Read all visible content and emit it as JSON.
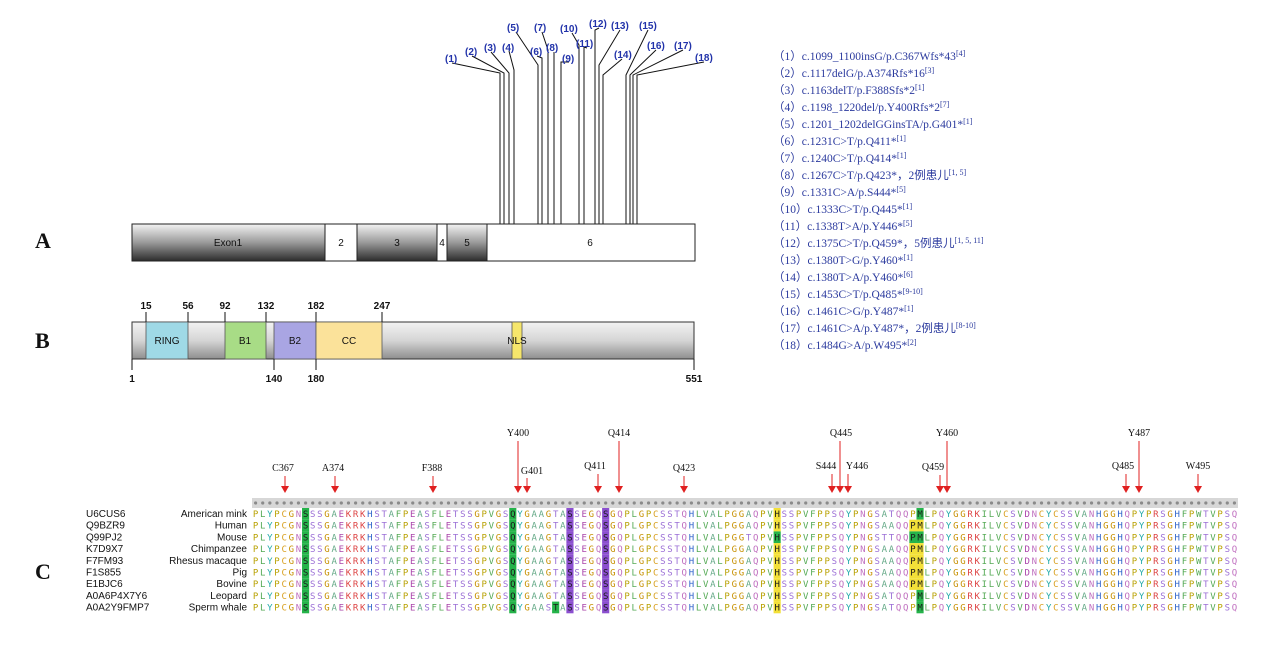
{
  "panels": [
    "A",
    "B",
    "C"
  ],
  "panel_a": {
    "exons": [
      "Exon1",
      "2",
      "3",
      "4",
      "5",
      "6"
    ],
    "mutation_numbers": [
      "(1)",
      "(2)",
      "(3)",
      "(4)",
      "(5)",
      "(6)",
      "(7)",
      "(8)",
      "(9)",
      "(10)",
      "(11)",
      "(12)",
      "(13)",
      "(14)",
      "(15)",
      "(16)",
      "(17)",
      "(18)"
    ]
  },
  "panel_b": {
    "domains": [
      {
        "label": "RING",
        "color": "#9fd9e6"
      },
      {
        "label": "B1",
        "color": "#a8dc86"
      },
      {
        "label": "B2",
        "color": "#a9a5e3"
      },
      {
        "label": "CC",
        "color": "#fbe29a"
      },
      {
        "label": "NLS",
        "color": "#f6e66b"
      }
    ],
    "top_numbers": [
      "15",
      "56",
      "92",
      "132",
      "182",
      "247"
    ],
    "bottom_numbers": [
      "1",
      "140",
      "180",
      "551"
    ]
  },
  "legend": [
    {
      "text": "（1）c.1099_1100insG/p.C367Wfs*43",
      "ref": "[4]"
    },
    {
      "text": "（2）c.1117delG/p.A374Rfs*16",
      "ref": "[3]"
    },
    {
      "text": "（3）c.1163delT/p.F388Sfs*2",
      "ref": "[1]"
    },
    {
      "text": "（4）c.1198_1220del/p.Y400Rfs*2",
      "ref": "[7]"
    },
    {
      "text": "（5）c.1201_1202delGGinsTA/p.G401*",
      "ref": "[1]"
    },
    {
      "text": "（6）c.1231C>T/p.Q411*",
      "ref": "[1]"
    },
    {
      "text": "（7）c.1240C>T/p.Q414*",
      "ref": "[1]"
    },
    {
      "text": "（8）c.1267C>T/p.Q423*，2例患儿",
      "ref": "[1, 5]"
    },
    {
      "text": "（9）c.1331C>A/p.S444*",
      "ref": "[5]"
    },
    {
      "text": "（10）c.1333C>T/p.Q445*",
      "ref": "[1]"
    },
    {
      "text": "（11）c.1338T>A/p.Y446*",
      "ref": "[5]"
    },
    {
      "text": "（12）c.1375C>T/p.Q459*，5例患儿",
      "ref": "[1, 5, 11]"
    },
    {
      "text": "（13）c.1380T>G/p.Y460*",
      "ref": "[1]"
    },
    {
      "text": "（14）c.1380T>A/p.Y460*",
      "ref": "[6]"
    },
    {
      "text": "（15）c.1453C>T/p.Q485*",
      "ref": "[9-10]"
    },
    {
      "text": "（16）c.1461C>G/p.Y487*",
      "ref": "[1]"
    },
    {
      "text": "（17）c.1461C>A/p.Y487*，2例患儿",
      "ref": "[8-10]"
    },
    {
      "text": "（18）c.1484G>A/p.W495*",
      "ref": "[2]"
    }
  ],
  "panel_c": {
    "markers": [
      "C367",
      "A374",
      "F388",
      "Y400",
      "G401",
      "Q411",
      "Q414",
      "Q423",
      "S444",
      "Q445",
      "Y446",
      "Q459",
      "Y460",
      "Q485",
      "Y487",
      "W495"
    ],
    "rows": [
      {
        "acc": "U6CUS6",
        "species": "American mink"
      },
      {
        "acc": "Q9BZR9",
        "species": "Human"
      },
      {
        "acc": "Q99PJ2",
        "species": "Mouse"
      },
      {
        "acc": "K7D9X7",
        "species": "Chimpanzee"
      },
      {
        "acc": "F7FM93",
        "species": "Rhesus macaque"
      },
      {
        "acc": "F1S855",
        "species": "Pig"
      },
      {
        "acc": "E1BJC6",
        "species": "Bovine"
      },
      {
        "acc": "A0A6P4X7Y6",
        "species": "Leopard"
      },
      {
        "acc": "A0A2Y9FMP7",
        "species": "Sperm whale"
      }
    ],
    "sequences": [
      "PLYPCGNSSSGAEKRKHSTAFPEASFLETSSGPVGSQYGAAGTASSEGQSGQPLGPCSSTQHLVALPGGAQPVHSSPVFPPSQYPNGSATQQPMLPQYGGRKILVCSVDNCYCSSVANHGGHQPYPRSGHFPWTVPSQ",
      "PLYPCGNSSSGAEKRKHSTAFPEASFLETSSGPVGSQYGAAGTASSEGQSGQPLGPCSSTQHLVALPGGAQPVHSSPVFPPSQYPNGSAAQQPMLPQYGGRKILVCSVDNCYCSSVANHGGHQPYPRSGHFPWTVPSQ",
      "PLYPCGNSSSGAEKRKHSTAFPEASFLETSSGPVGSQYGAAGTASSEGQSGQPLGPCSSTQHLVALPGGTQPVHSSPVFPPSQYPNGSTTQQPMLPQYGGRKILVCSVDNCYCSSVANHGGHQPYPRSGHFPWTVPSQ",
      "PLYPCGNSSSGAEKRKHSTAFPEASFLETSSGPVGSQYGAAGTASSEGQSGQPLGPCSSTQHLVALPGGAQPVHSSPVFPPSQYPNGSAAQQPMLPQYGGRKILVCSVDNCYCSSVANHGGHQPYPRSGHFPWTVPSQ",
      "PLYPCGNSSSGAEKRKHSTAFPEASFLETSSGPVGSQYGAAGTASSEGQSGQPLGPCSSTQHLVALPGGAQPVHSSPVFPPSQYPNGSAAQQPMLPQYGGRKILVCSVDNCYCSSVANHGGHQPYPRSGHFPWTVPSQ",
      "PLYPCGNSSSGAEKRKHSTAFPEASFLETSSGPVGSQYGAAGTASSEGQSGQPLGPCSSTQHLVALPGGAQPVHSSPVFPPSQYPNGSAAQQPMLPQYGGRKILVCSVDNCYCSSVANHGGHQPYPRSGHFPWTVPSQ",
      "PLYPCGNSSSGAEKRKHSTAFPEASFLETSSGPVGSQYGAAGTASSEGQSGQPLGPCSSTQHLVALPGGAQPVHSSPVFPPSQYPNGSAAQQPMLPQYGGRKILVCSVDNCYCSSVANHGGHQPYPRSGHFPWTVPSQ",
      "PLYPCGNSSSGAEKRKHSTAFPEASFLETSSGPVGSQYGAAGTASSEGQSGQPLGPCSSTQHLVALPGGAQPVHSSPVFPPSQYPNGSATQQPMLPQYGGRKILVCSVDNCYCSSVANHGGHQPYPRSGHFPWTVPSQ",
      "PLYPCGNSSSGAEKRKHSTAFPEASFLETSSGPVGSQYGAASTASSEGQSGQPLGPCSSTQHLVALPGGAQPVHSSPVFPPSQYPNGSATQQPMLPQYGGRKILVCSVDNCYCSSVANHGGHQPYPRSGHFPWTVPSQ"
    ]
  }
}
